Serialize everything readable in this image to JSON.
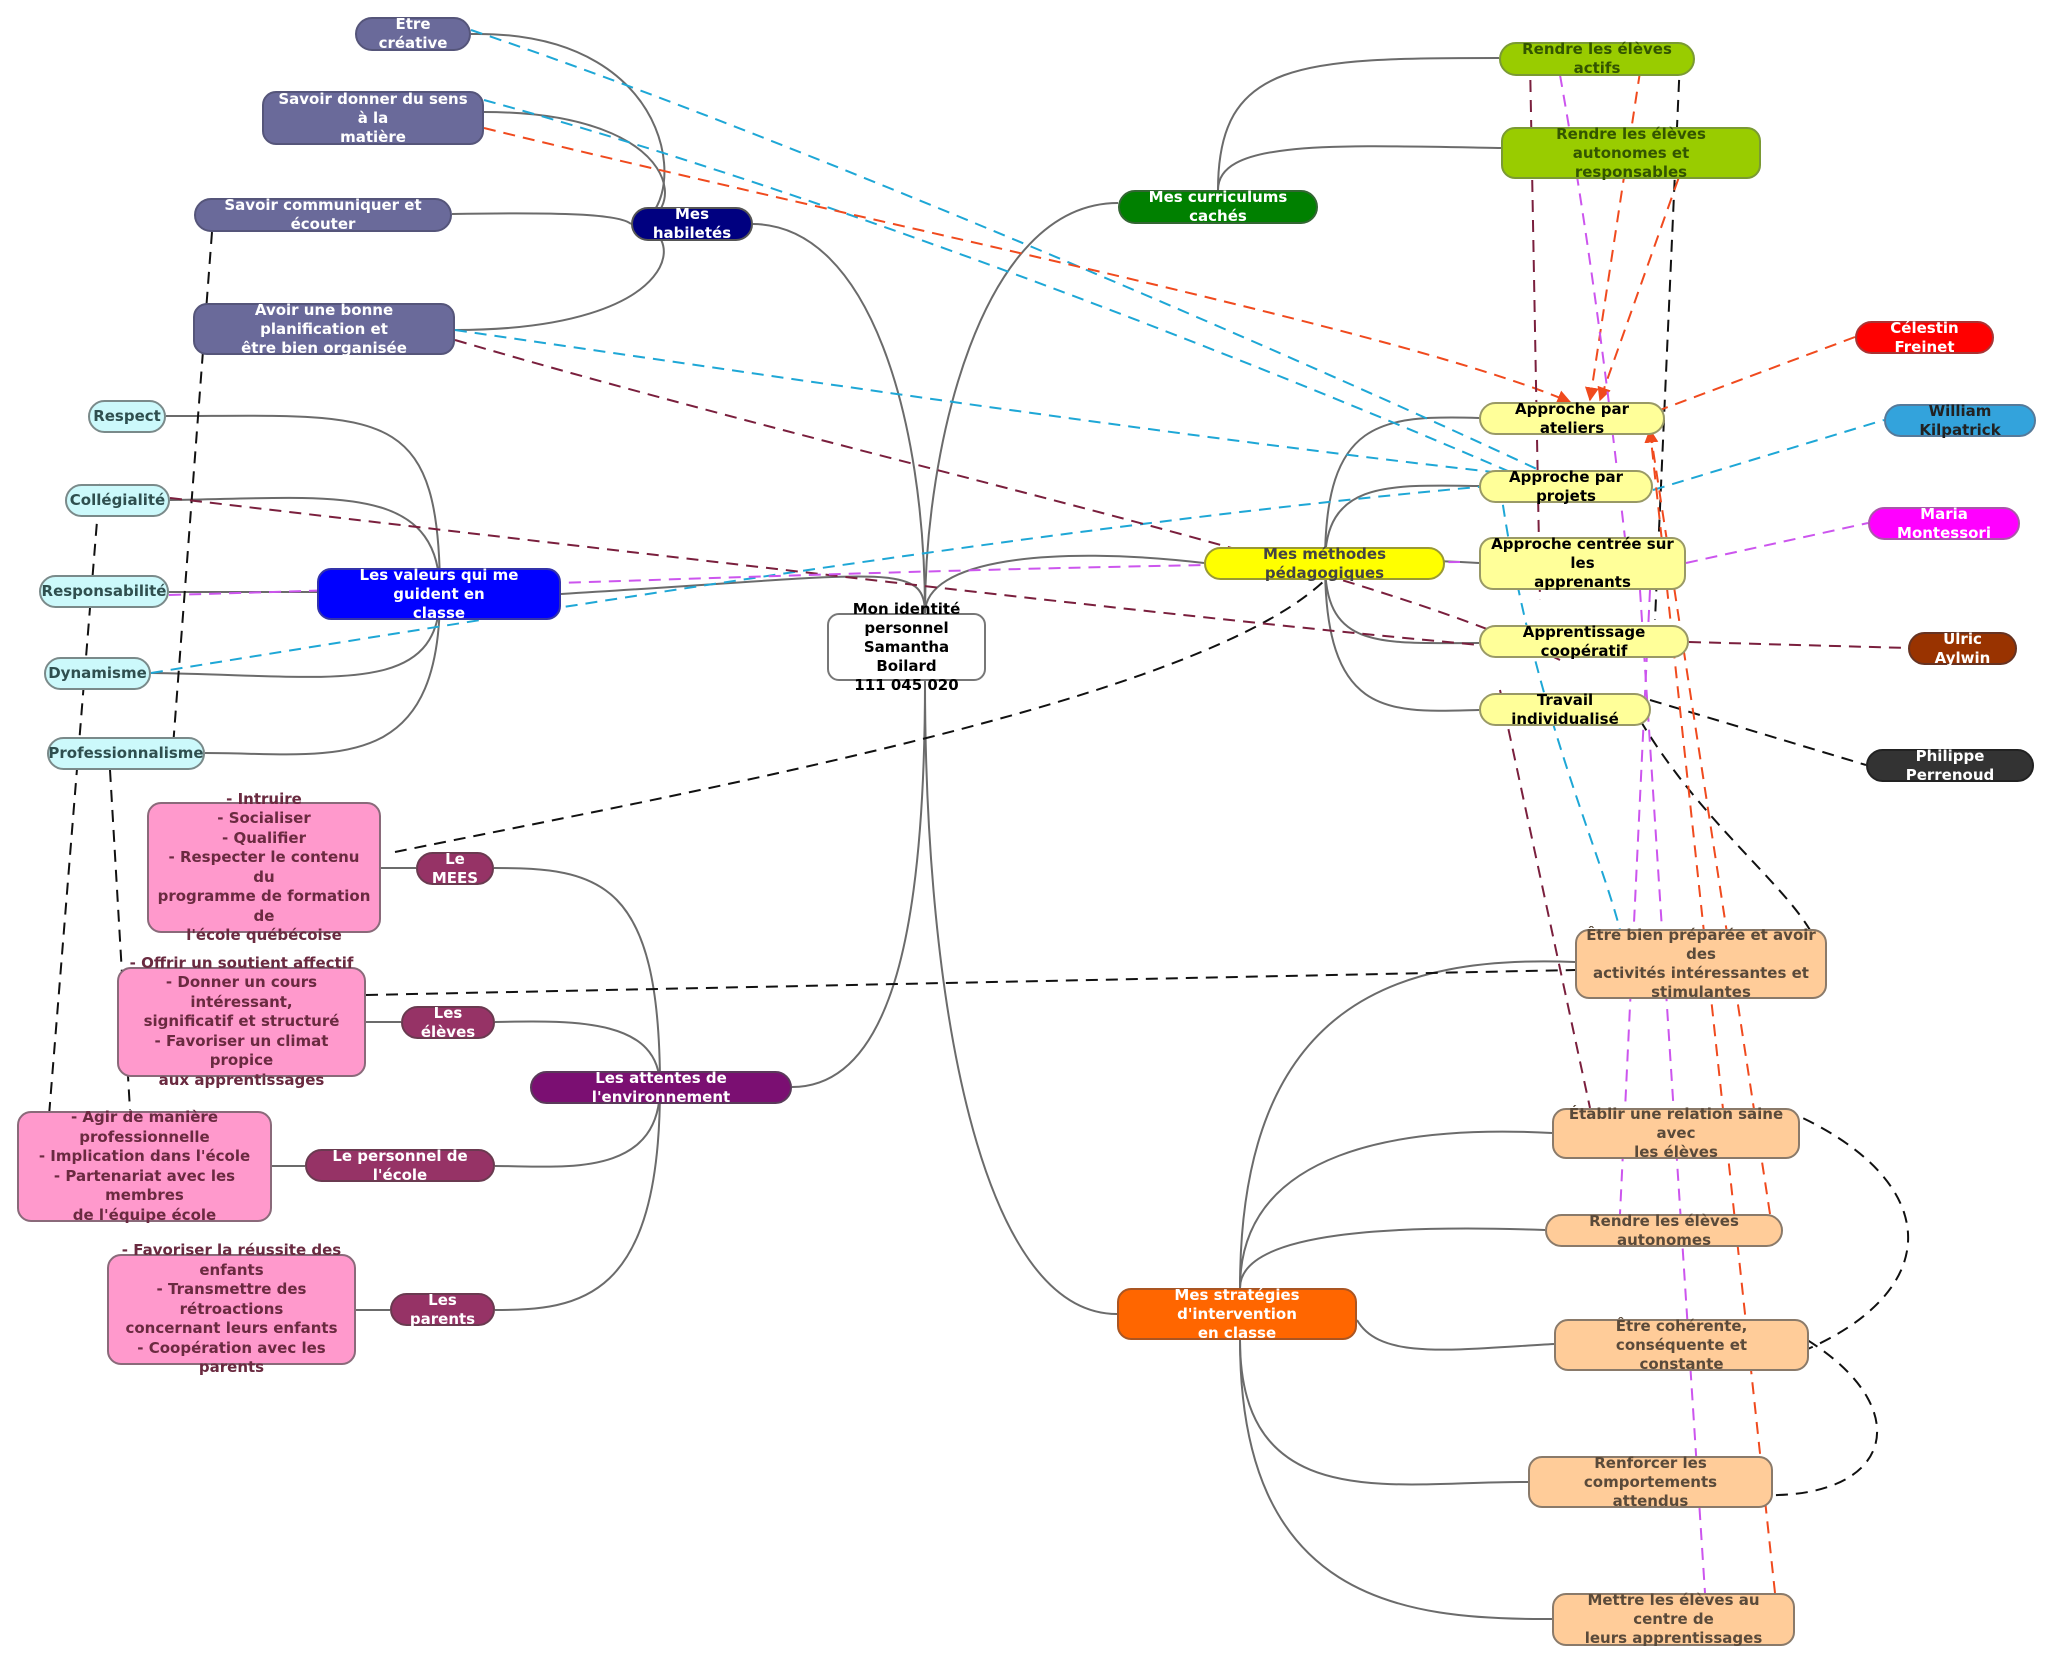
{
  "center": {
    "label": "Mon identité personnel\nSamantha Boilard\n111 045 020"
  },
  "habiletes": {
    "label": "Mes habiletés",
    "items": [
      "Être créative",
      "Savoir  donner du sens à la\nmatière",
      "Savoir communiquer et écouter",
      "Avoir une bonne planification et\nêtre bien organisée"
    ]
  },
  "valeurs": {
    "label": "Les valeurs qui me guident en\nclasse",
    "items": [
      "Respect",
      "Collégialité",
      "Responsabilité",
      "Dynamisme",
      "Professionnalisme"
    ]
  },
  "curriculums": {
    "label": "Mes curriculums cachés",
    "items": [
      "Rendre les élèves actifs",
      "Rendre les élèves autonomes et\nresponsables"
    ]
  },
  "methodes": {
    "label": "Mes méthodes pédagogiques",
    "items": [
      "Approche  par ateliers",
      "Approche par projets",
      "Approche centrée sur les\napprenants",
      "Apprentissage coopératif",
      "Travail individualisé"
    ]
  },
  "auteurs": [
    "Célestin Freinet",
    "William Kilpatrick",
    "Maria Montessori",
    "Ulric Aylwin",
    "Philippe Perrenoud"
  ],
  "attentes": {
    "label": "Les attentes de l'environnement",
    "groups": [
      {
        "label": "Le MEES",
        "detail": "- Intruire\n- Socialiser\n- Qualifier\n- Respecter le contenu du\nprogramme de formation de\nl'école québécoise"
      },
      {
        "label": "Les élèves",
        "detail": "- Offrir un soutient affectif\n- Donner un cours intéressant,\nsignificatif et structuré\n- Favoriser un climat propice\naux apprentissages"
      },
      {
        "label": "Le personnel de l'école",
        "detail": "- Agir de manière\nprofessionnelle\n- Implication dans l'école\n- Partenariat avec les membres\nde l'équipe école"
      },
      {
        "label": "Les parents",
        "detail": "- Favoriser la réussite des\nenfants\n- Transmettre des rétroactions\nconcernant leurs enfants\n- Coopération avec les parents"
      }
    ]
  },
  "strategies": {
    "label": "Mes stratégies d'intervention\nen classe",
    "items": [
      "Être bien préparée et avoir des\nactivités intéressantes et\nstimulantes",
      "Établir une relation saine avec\nles élèves",
      "Rendre les élèves autonomes",
      "Être cohérente, conséquente et\nconstante",
      "Renforcer les comportements\nattendus",
      "Mettre les élèves au centre de\nleurs apprentissages"
    ]
  },
  "colors": {
    "tree_line": "#6b6b6b",
    "dash_black": "#111111",
    "dash_cyan": "#1ea7d6",
    "dash_orange": "#f04a1e",
    "dash_maroon": "#7a1f3d",
    "dash_violet": "#cc55ee"
  }
}
